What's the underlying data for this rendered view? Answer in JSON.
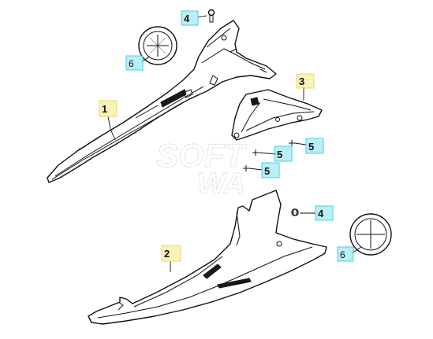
{
  "diagram": {
    "watermark": {
      "line1": "SOFT",
      "line2": "WA"
    },
    "callouts": [
      {
        "id": "c-4a",
        "text": "4",
        "style": "cyan"
      },
      {
        "id": "c-6a",
        "text": "6",
        "style": "cyan"
      },
      {
        "id": "c-1",
        "text": "1",
        "style": "yellow"
      },
      {
        "id": "c-3",
        "text": "3",
        "style": "yellow"
      },
      {
        "id": "c-5a",
        "text": "5",
        "style": "cyan"
      },
      {
        "id": "c-5b",
        "text": "5",
        "style": "cyan"
      },
      {
        "id": "c-5c",
        "text": "5",
        "style": "cyan"
      },
      {
        "id": "c-4b",
        "text": "4",
        "style": "cyan"
      },
      {
        "id": "c-2",
        "text": "2",
        "style": "yellow"
      },
      {
        "id": "c-6b",
        "text": "6",
        "style": "cyan"
      }
    ],
    "colors": {
      "cyan_box": "#7fe3f0",
      "yellow_box": "#f3ea8a",
      "line": "#111111"
    }
  }
}
